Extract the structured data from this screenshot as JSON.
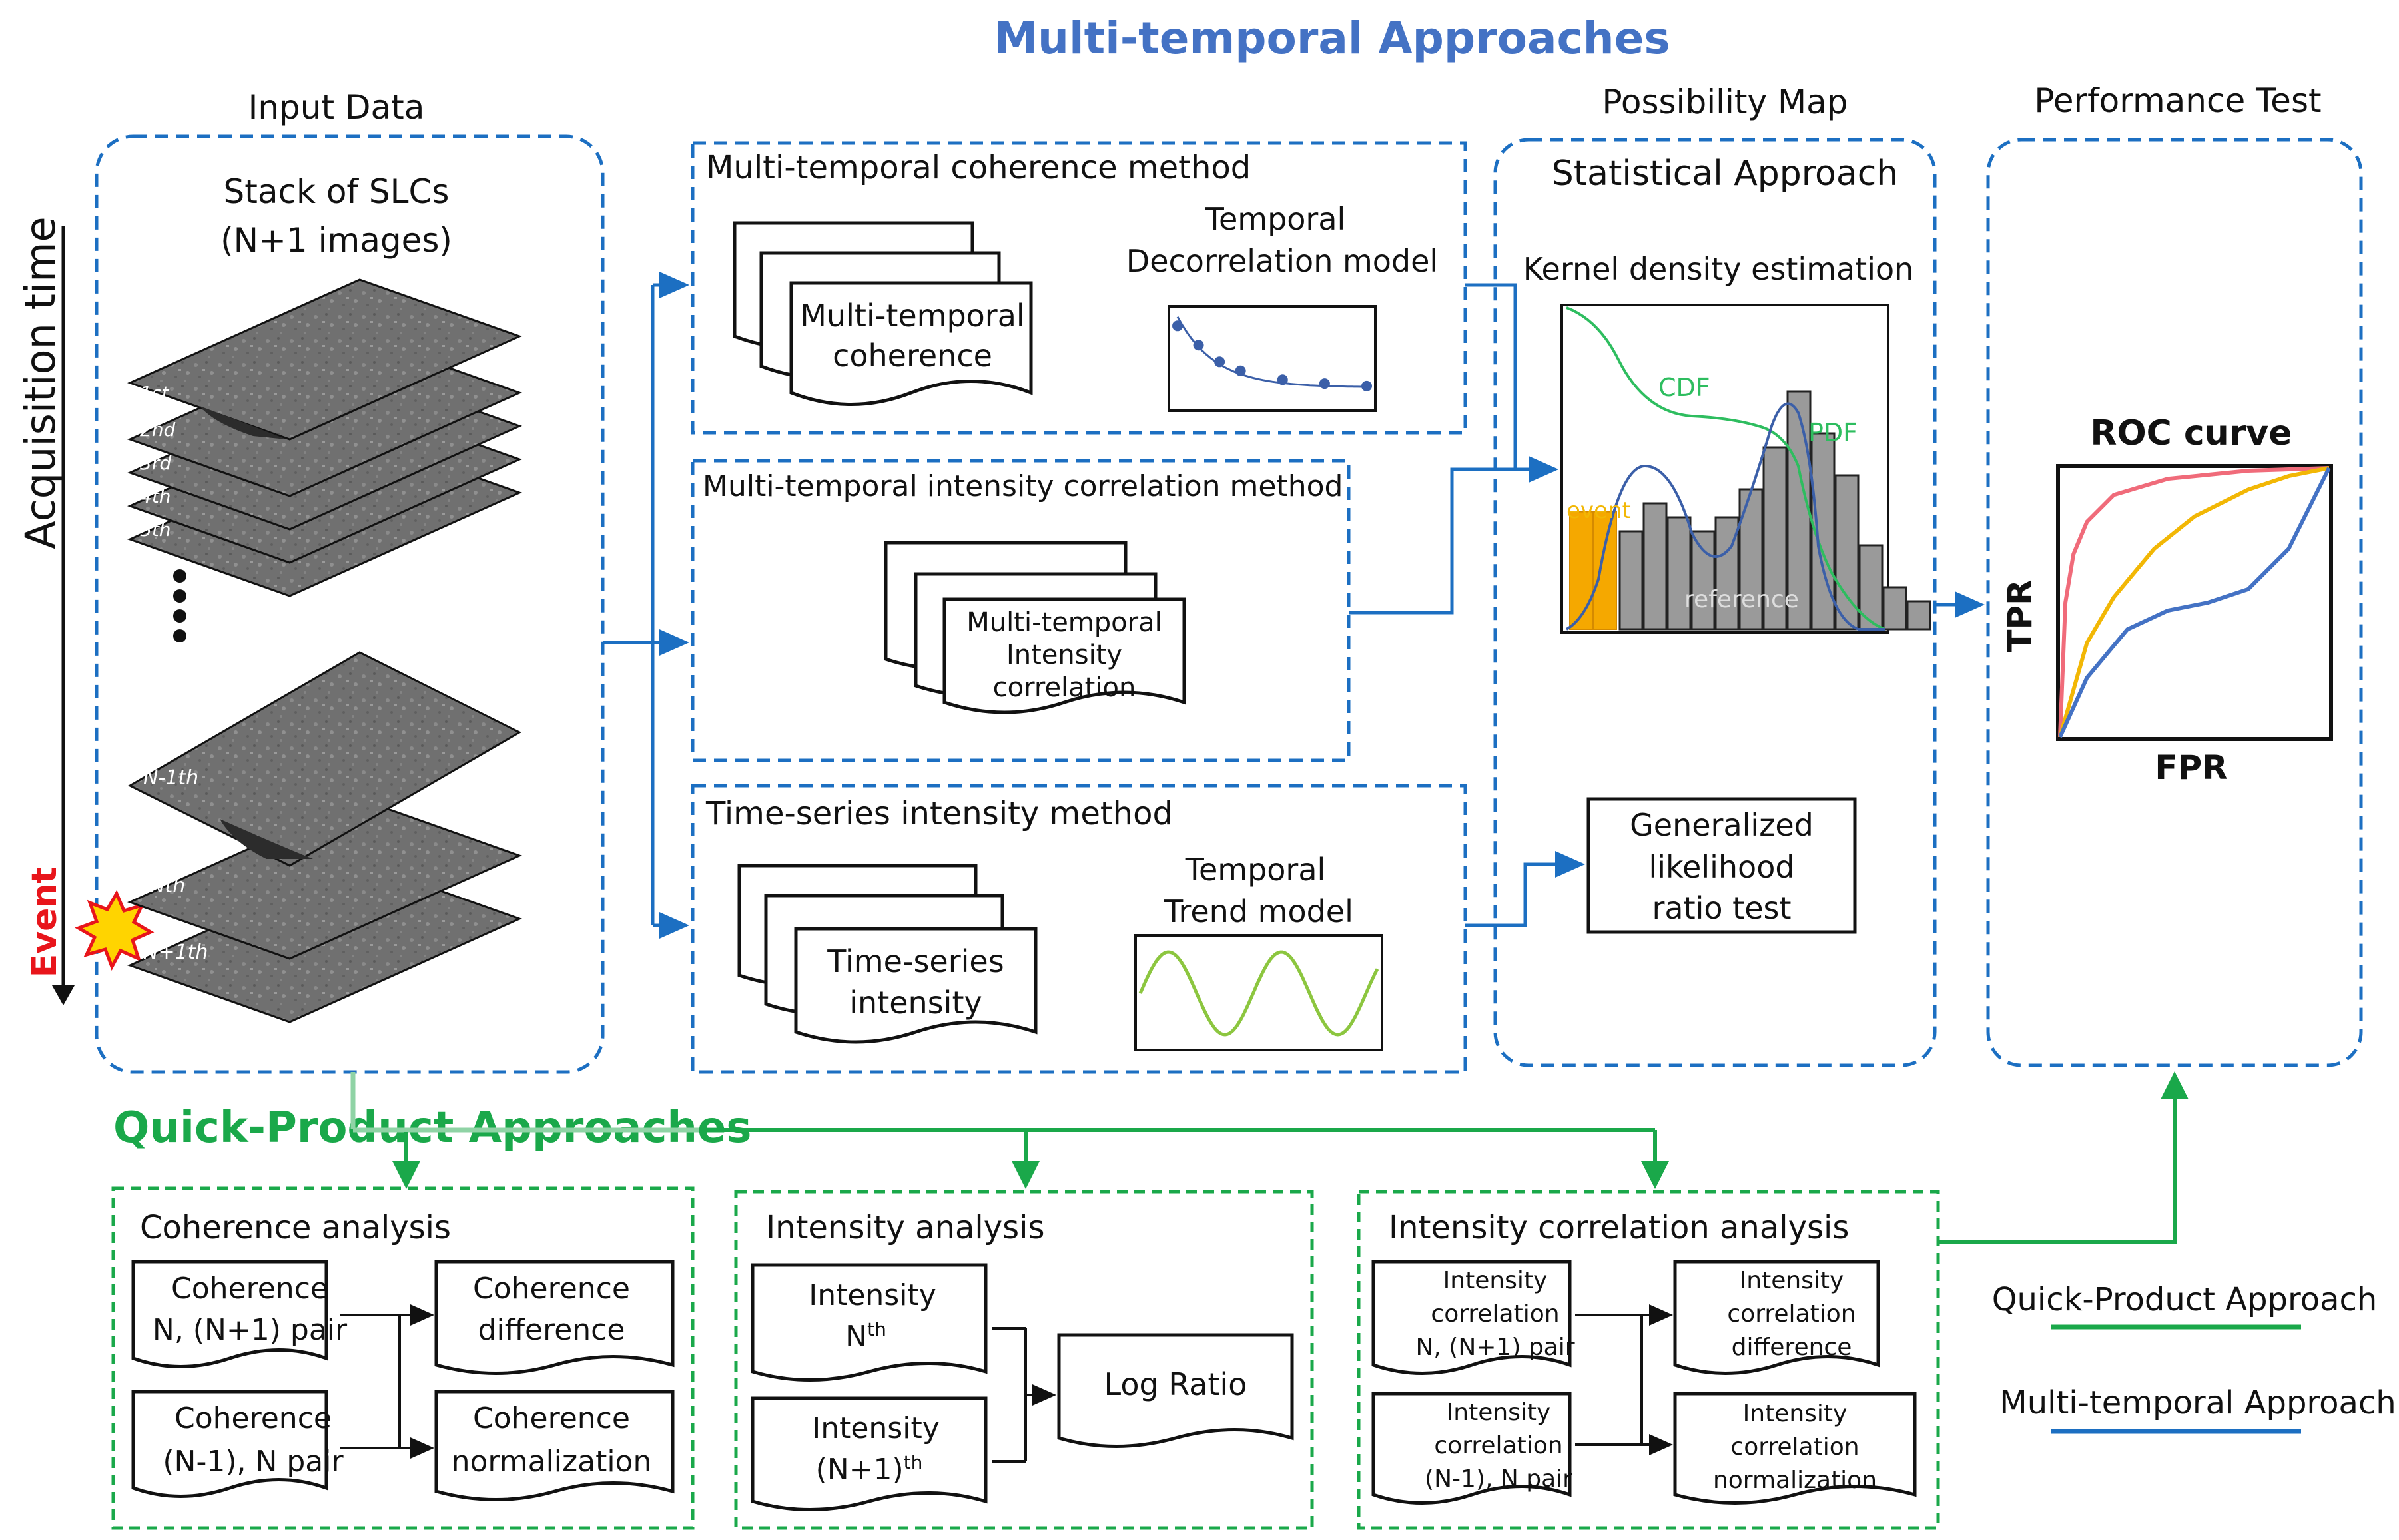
{
  "title": "Multi-temporal Approaches",
  "input": {
    "heading": "Input Data",
    "stack_title_1": "Stack of SLCs",
    "stack_title_2": "(N+1 images)",
    "axis_label": "Acquisition time",
    "event_label": "Event",
    "slc_labels": [
      "1st",
      "2nd",
      "3rd",
      "4th",
      "5th",
      "N-1th",
      "Nth",
      "N+1th"
    ]
  },
  "methods": {
    "coherence": {
      "title": "Multi-temporal coherence method",
      "doc_line1": "Multi-temporal",
      "doc_line2": "coherence",
      "model_line1": "Temporal",
      "model_line2": "Decorrelation model"
    },
    "intensity_corr": {
      "title": "Multi-temporal intensity correlation method",
      "doc_line1": "Multi-temporal",
      "doc_line2": "Intensity",
      "doc_line3": "correlation"
    },
    "time_series": {
      "title": "Time-series intensity method",
      "doc_line1": "Time-series",
      "doc_line2": "intensity",
      "model_line1": "Temporal",
      "model_line2": "Trend model"
    }
  },
  "possibility": {
    "heading": "Possibility Map",
    "sub": "Statistical Approach",
    "kde_title": "Kernel density estimation",
    "cdf": "CDF",
    "pdf": "PDF",
    "event": "event",
    "reference": "reference",
    "glrt_1": "Generalized",
    "glrt_2": "likelihood",
    "glrt_3": "ratio test"
  },
  "performance": {
    "heading": "Performance Test",
    "roc_title": "ROC curve",
    "tpr": "TPR",
    "fpr": "FPR"
  },
  "quick": {
    "title": "Quick-Product Approaches",
    "coherence": {
      "title": "Coherence analysis",
      "in1_l1": "Coherence",
      "in1_l2": "N, (N+1) pair",
      "in2_l1": "Coherence",
      "in2_l2": "(N-1), N pair",
      "out1_l1": "Coherence",
      "out1_l2": "difference",
      "out2_l1": "Coherence",
      "out2_l2": "normalization"
    },
    "intensity": {
      "title": "Intensity analysis",
      "in1_l1": "Intensity",
      "in1_l2": "N",
      "in1_sup": "th",
      "in2_l1": "Intensity",
      "in2_l2": "(N+1)",
      "in2_sup": "th",
      "out": "Log Ratio"
    },
    "intcorr": {
      "title": "Intensity correlation analysis",
      "in1_l1": "Intensity",
      "in1_l2": "correlation",
      "in1_l3": "N, (N+1) pair",
      "in2_l1": "Intensity",
      "in2_l2": "correlation",
      "in2_l3": "(N-1), N pair",
      "out1_l1": "Intensity",
      "out1_l2": "correlation",
      "out1_l3": "difference",
      "out2_l1": "Intensity",
      "out2_l2": "correlation",
      "out2_l3": "normalization"
    }
  },
  "legend": {
    "quick": "Quick-Product Approach",
    "multi": "Multi-temporal Approach"
  },
  "colors": {
    "multi_blue": "#1c6fc2",
    "quick_green": "#1aa84a",
    "title_blue": "#4472c4",
    "event_red": "#e8151b"
  },
  "chart_data": [
    {
      "type": "scatter",
      "title": "",
      "series": [
        {
          "x": [
            1,
            2,
            3,
            4,
            6,
            8,
            10
          ],
          "y": [
            0.9,
            0.75,
            0.62,
            0.55,
            0.48,
            0.45,
            0.43
          ]
        }
      ]
    },
    {
      "type": "line",
      "title": "",
      "series": [
        {
          "x": [
            0,
            1,
            2,
            3,
            4,
            5,
            6
          ],
          "y": [
            0,
            1,
            0,
            -1,
            0,
            1,
            0
          ]
        }
      ]
    },
    {
      "type": "bar",
      "title": "",
      "categories": [
        "1",
        "2",
        "3",
        "4",
        "5",
        "6",
        "7",
        "8",
        "9",
        "10",
        "11",
        "12",
        "13"
      ],
      "values": [
        0.35,
        0.45,
        0.4,
        0.35,
        0.4,
        0.5,
        0.65,
        0.85,
        0.7,
        0.55,
        0.3,
        0.15,
        0.1
      ],
      "event_values": [
        0.42,
        0.42
      ]
    },
    {
      "type": "line",
      "title": "ROC curve",
      "xlabel": "FPR",
      "ylabel": "TPR",
      "series": [
        {
          "color": "#f06b7a",
          "x": [
            0,
            0.02,
            0.05,
            0.1,
            0.2,
            0.4,
            0.7,
            1
          ],
          "y": [
            0,
            0.5,
            0.68,
            0.8,
            0.9,
            0.96,
            0.99,
            1
          ]
        },
        {
          "color": "#f2b705",
          "x": [
            0,
            0.1,
            0.2,
            0.35,
            0.5,
            0.7,
            0.85,
            1
          ],
          "y": [
            0,
            0.35,
            0.52,
            0.7,
            0.82,
            0.92,
            0.97,
            1
          ]
        },
        {
          "color": "#4472c4",
          "x": [
            0,
            0.1,
            0.25,
            0.4,
            0.55,
            0.7,
            0.85,
            1
          ],
          "y": [
            0,
            0.22,
            0.4,
            0.47,
            0.5,
            0.55,
            0.7,
            1
          ]
        }
      ]
    }
  ]
}
